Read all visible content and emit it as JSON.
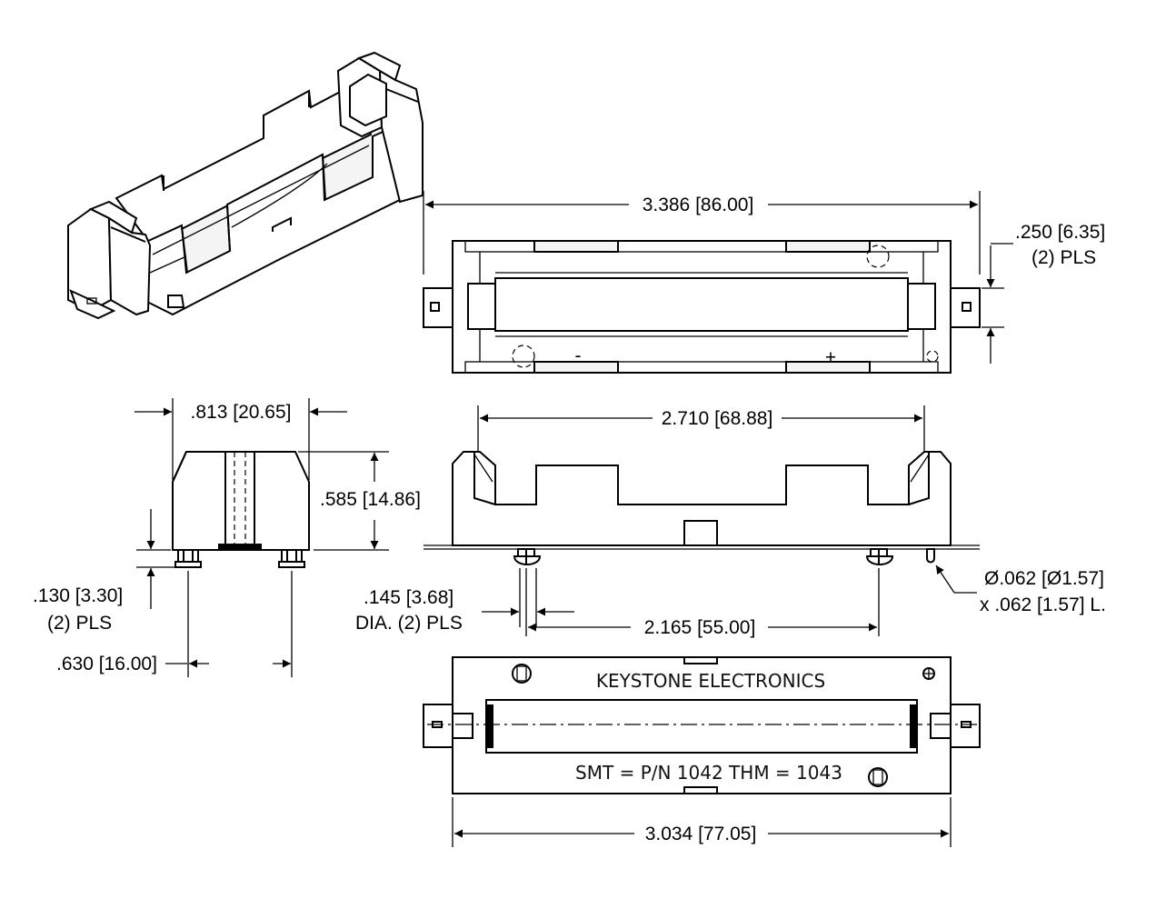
{
  "drawing": {
    "views": [
      "isometric-view",
      "top-view",
      "end-view",
      "side-view",
      "bottom-view"
    ],
    "dimensions": {
      "overall_length": "3.386 [86.00]",
      "tab_width": ".250 [6.35]",
      "tab_width_qty": "(2) PLS",
      "end_width": ".813 [20.65]",
      "height": ".585 [14.86]",
      "peg_height": ".130 [3.30]",
      "peg_height_qty": "(2) PLS",
      "peg_spacing": ".630 [16.00]",
      "contact_span": "2.710 [68.88]",
      "peg_dia": ".145 [3.68]",
      "peg_dia_qty": "DIA. (2) PLS",
      "peg_pitch": "2.165 [55.00]",
      "pin_dia": "Ø.062 [Ø1.57]",
      "pin_len": "x .062 [1.57] L.",
      "body_length": "3.034 [77.05]"
    },
    "polarity": {
      "negative": "-",
      "positive": "+"
    },
    "engraving": {
      "brand": "KEYSTONE ELECTRONICS",
      "part_numbers": "SMT = P/N 1042  THM = 1043"
    }
  }
}
